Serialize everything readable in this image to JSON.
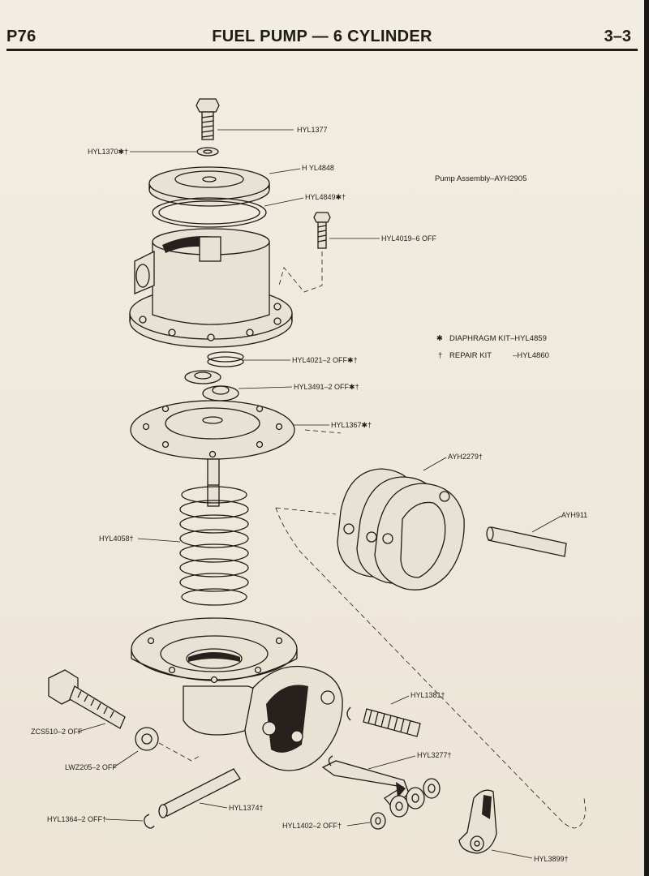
{
  "header": {
    "page_number": "P76",
    "title": "FUEL PUMP — 6 CYLINDER",
    "section": "3–3"
  },
  "assembly": {
    "pump_assembly": "Pump Assembly–AYH2905"
  },
  "legend": {
    "diaphragm_kit_symbol": "✱",
    "diaphragm_kit": "DIAPHRAGM KIT–HYL4859",
    "repair_kit_symbol": "†",
    "repair_kit": "REPAIR KIT",
    "repair_kit_number": "–HYL4860"
  },
  "parts": {
    "hyl1377": "HYL1377",
    "hyl1370": "HYL1370✱†",
    "hyl4848": "H YL4848",
    "hyl4849": "HYL4849✱†",
    "hyl4019": "HYL4019–6 OFF",
    "hyl4021": "HYL4021–2 OFF✱†",
    "hyl3491": "HYL3491–2 OFF✱†",
    "hyl1367": "HYL1367✱†",
    "ayh2279": "AYH2279†",
    "ayh911": "AYH911",
    "hyl4058": "HYL4058†",
    "zcs510": "ZCS510–2 OFF",
    "lwz205": "LWZ205–2 OFF",
    "hyl1381": "HYL1381†",
    "hyl3277": "HYL3277†",
    "hyl1374": "HYL1374†",
    "hyl1364": "HYL1364–2 OFF†",
    "hyl1402": "HYL1402–2 OFF†",
    "hyl3899": "HYL3899†"
  }
}
